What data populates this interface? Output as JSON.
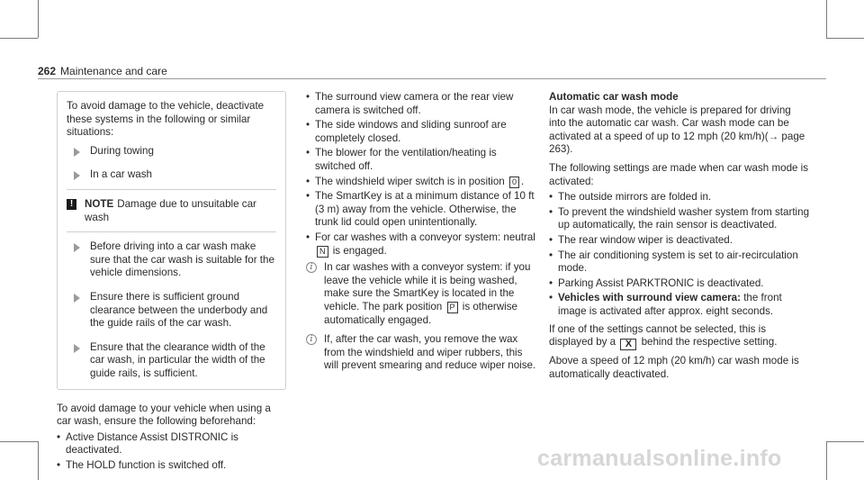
{
  "header": {
    "page_number": "262",
    "section": "Maintenance and care"
  },
  "col1": {
    "intro": "To avoid damage to the vehicle, deactivate these systems in the following or similar situations:",
    "steps1": [
      "During towing",
      "In a car wash"
    ],
    "note_label": "NOTE",
    "note_text": "Damage due to unsuitable car wash",
    "steps2": [
      "Before driving into a car wash make sure that the car wash is suitable for the vehicle dimensions.",
      "Ensure there is sufficient ground clearance between the underbody and the guide rails of the car wash.",
      "Ensure that the clearance width of the car wash, in particular the width of the guide rails, is sufficient."
    ],
    "para2": "To avoid damage to your vehicle when using a car wash, ensure the following beforehand:",
    "bullets": [
      "Active Distance Assist DISTRONIC is deactivated.",
      "The HOLD function is switched off."
    ]
  },
  "col2": {
    "bullets_a": [
      "The surround view camera or the rear view camera is switched off.",
      "The side windows and sliding sunroof are completely closed.",
      "The blower for the ventilation/heating is switched off."
    ],
    "wiper_text": "The windshield wiper switch is in position",
    "wiper_sym": "0",
    "bullets_b": [
      "The SmartKey is at a minimum distance of 10 ft (3 m) away from the vehicle. Otherwise, the trunk lid could open unintentionally."
    ],
    "conveyor_pre": "For car washes with a conveyor system: neutral",
    "conveyor_sym": "N",
    "conveyor_post": "is engaged.",
    "info1_pre": "In car washes with a conveyor system: if you leave the vehicle while it is being washed, make sure the SmartKey is located in the vehicle. The park position",
    "info1_sym": "P",
    "info1_post": "is otherwise automatically engaged.",
    "info2": "If, after the car wash, you remove the wax from the windshield and wiper rubbers, this will prevent smearing and reduce wiper noise."
  },
  "col3": {
    "heading": "Automatic car wash mode",
    "para1": "In car wash mode, the vehicle is prepared for driving into the automatic car wash. Car wash mode can be activated at a speed of up to 12 mph (20 km/h)(→ page 263).",
    "para2": "The following settings are made when car wash mode is activated:",
    "bullets": [
      "The outside mirrors are folded in.",
      "To prevent the windshield washer system from starting up automatically, the rain sensor is deactivated.",
      "The rear window wiper is deactivated.",
      "The air conditioning system is set to air-recirculation mode.",
      "Parking Assist PARKTRONIC is deactivated."
    ],
    "camera_bold": "Vehicles with surround view camera:",
    "camera_rest": "the front image is activated after approx. eight seconds.",
    "para3_pre": "If one of the settings cannot be selected, this is displayed by a",
    "para3_sym": "X",
    "para3_post": "behind the respective setting.",
    "para4": "Above a speed of 12 mph (20 km/h) car wash mode is automatically deactivated."
  },
  "watermark": "carmanualsonline.info"
}
